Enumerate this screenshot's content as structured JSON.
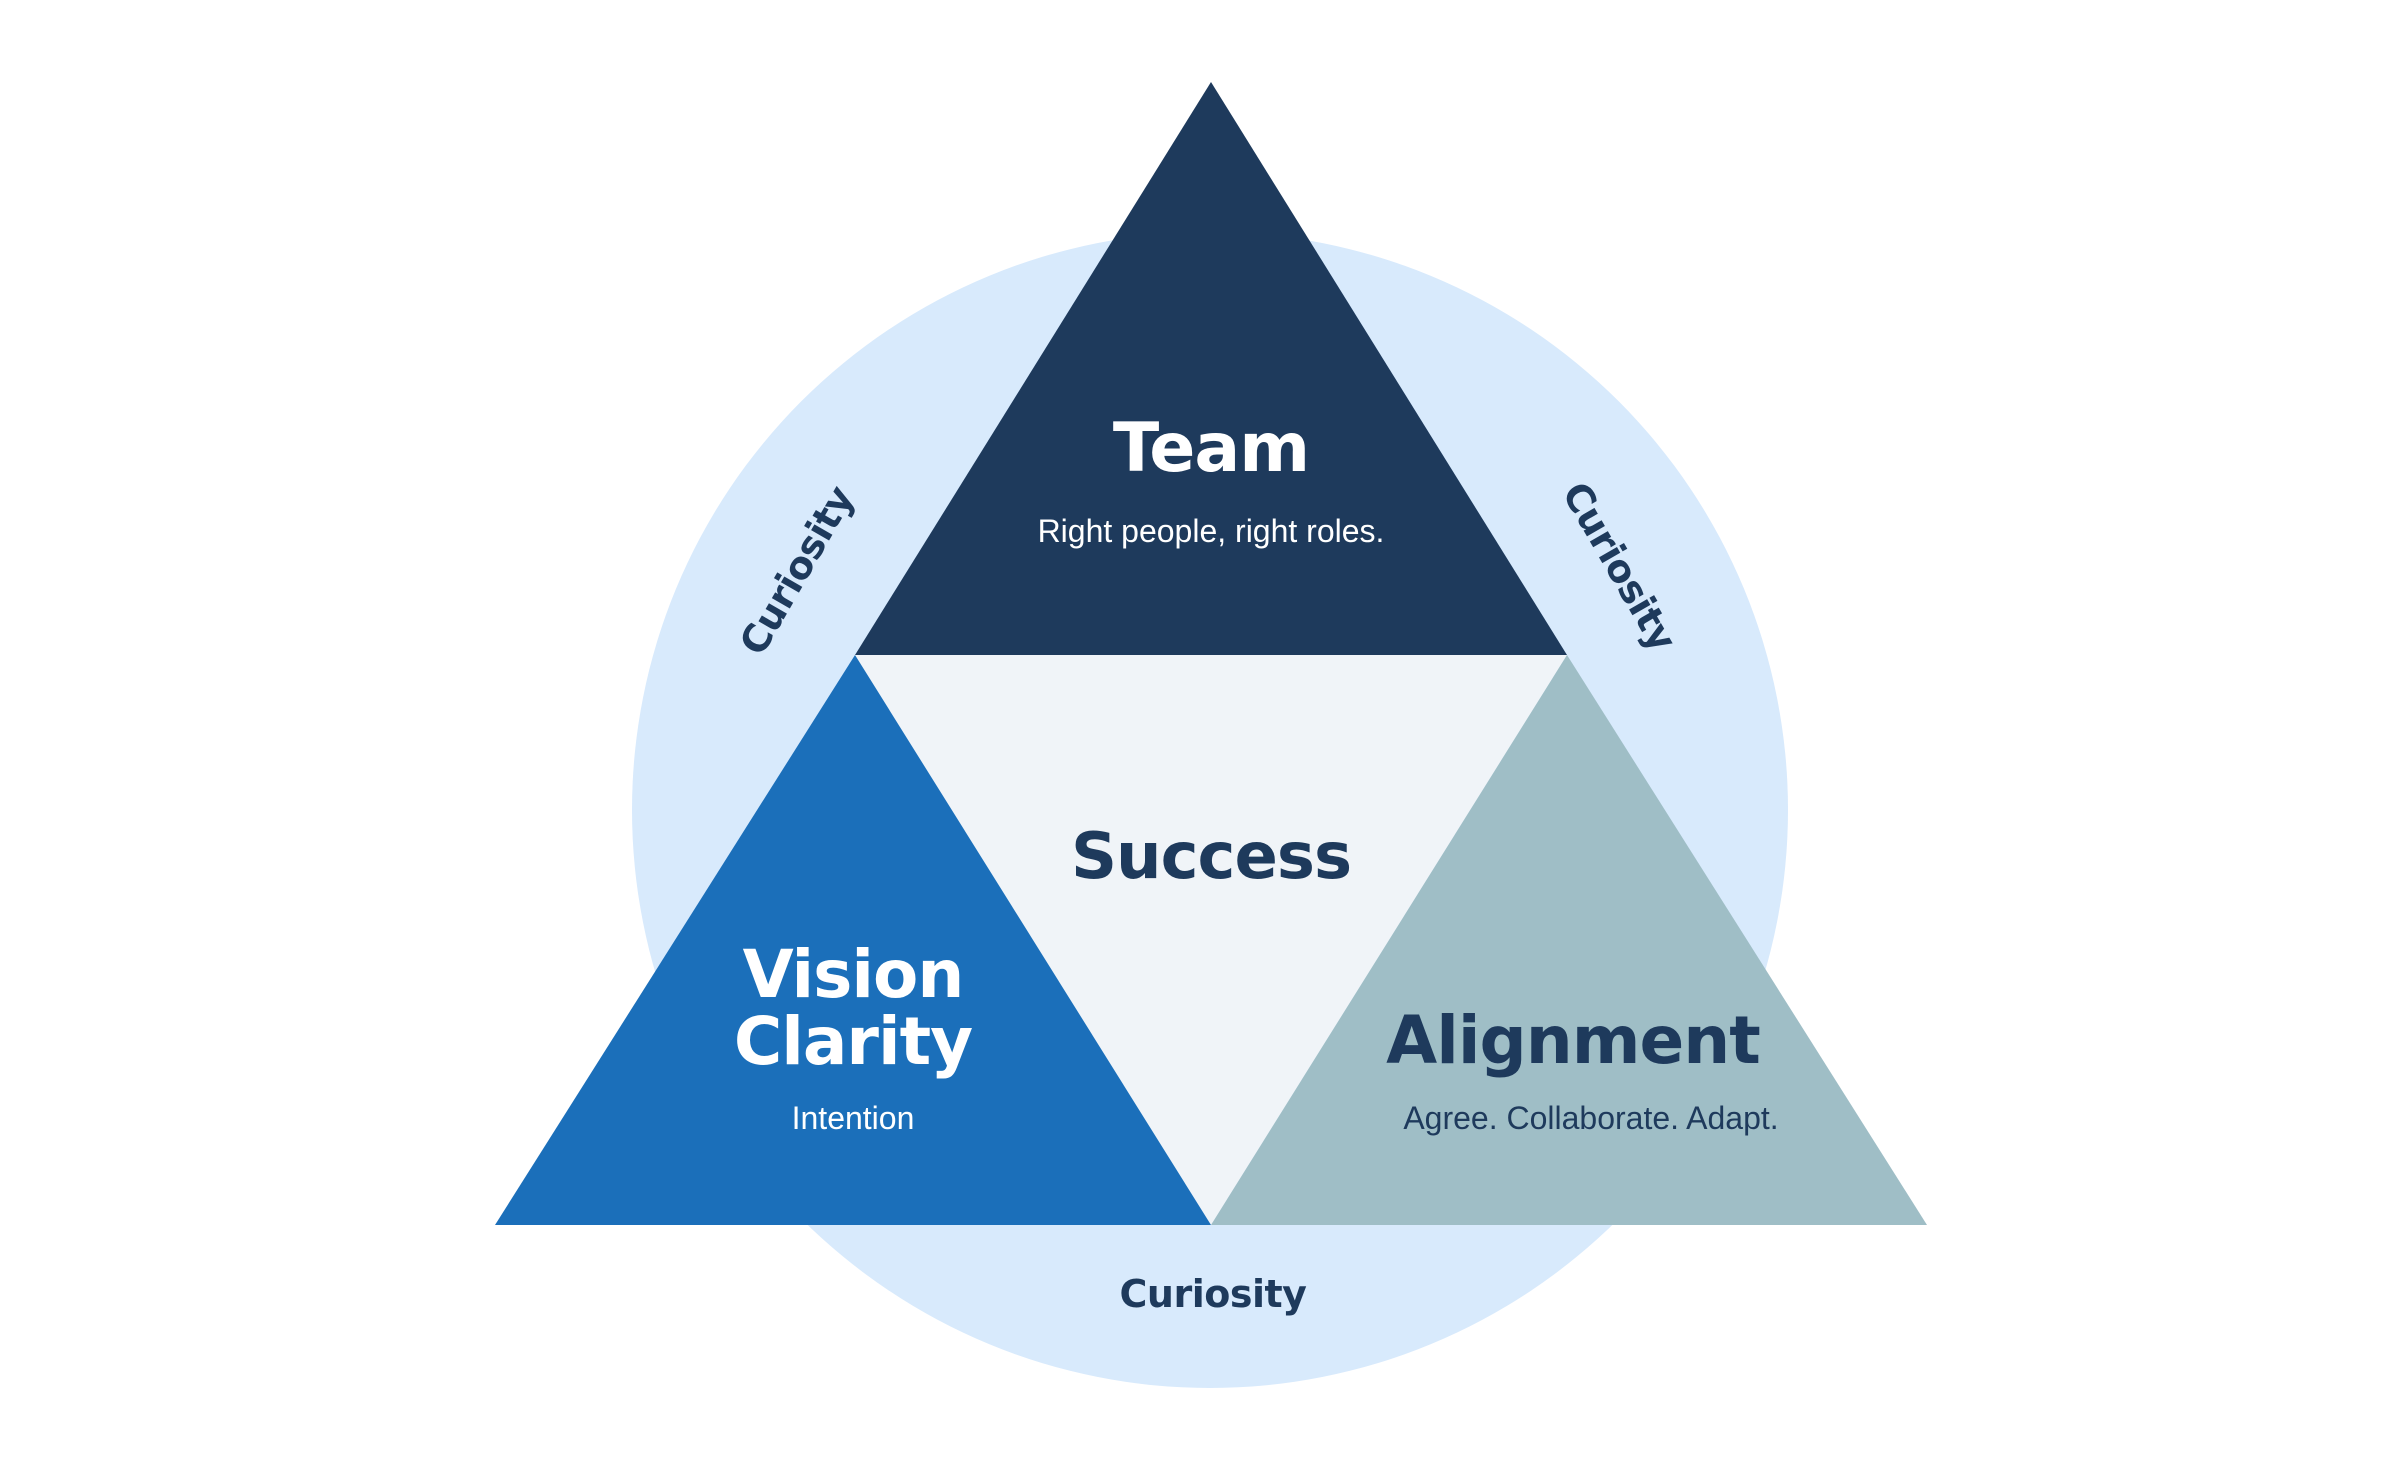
{
  "diagram": {
    "center": {
      "title": "Success"
    },
    "top": {
      "title": "Team",
      "subtitle": "Right people, right roles."
    },
    "left": {
      "title_line1": "Vision",
      "title_line2": "Clarity",
      "subtitle": "Intention"
    },
    "right": {
      "title": "Alignment",
      "subtitle": "Agree. Collaborate. Adapt."
    },
    "ring": {
      "left_label": "Curiosity",
      "right_label": "Curiosity",
      "bottom_label": "Curiosity"
    }
  },
  "colors": {
    "ring": "#d8eafc",
    "team": "#1e3a5c",
    "vision": "#1b6fba",
    "alignment": "#9fbec6",
    "success": "#f0f4f8",
    "dark_text": "#1e3a5c",
    "light_text": "#ffffff"
  }
}
